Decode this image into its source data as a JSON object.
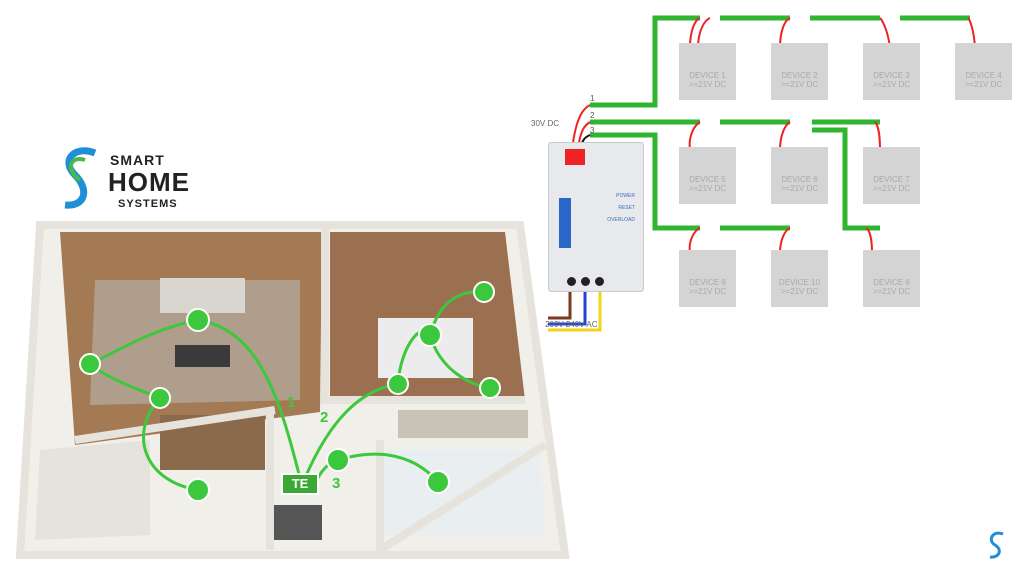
{
  "logo": {
    "line1": "SMART",
    "line2": "HOME",
    "line3": "SYSTEMS"
  },
  "power_supply": {
    "output_label": "30V DC",
    "input_label": "200V-240V AC",
    "indicators": [
      "POWER",
      "RESET",
      "OVERLOAD"
    ],
    "line_numbers": [
      "1",
      "2",
      "3"
    ]
  },
  "devices": [
    {
      "name": "DEVICE 1",
      "spec": ">=21V DC"
    },
    {
      "name": "DEVICE 2",
      "spec": ">=21V DC"
    },
    {
      "name": "DEVICE 3",
      "spec": ">=21V DC"
    },
    {
      "name": "DEVICE 4",
      "spec": ">=21V DC"
    },
    {
      "name": "DEVICE 5",
      "spec": ">=21V DC"
    },
    {
      "name": "DEVICE 6",
      "spec": ">=21V DC"
    },
    {
      "name": "DEVICE 7",
      "spec": ">=21V DC"
    },
    {
      "name": "DEVICE 9",
      "spec": ">=21V DC"
    },
    {
      "name": "DEVICE 10",
      "spec": ">=21V DC"
    },
    {
      "name": "DEVICE 8",
      "spec": ">=21V DC"
    }
  ],
  "floorplan": {
    "hub_label": "TE",
    "line_labels": [
      "1",
      "2",
      "3"
    ]
  },
  "colors": {
    "bus": "#2fb52f",
    "node": "#3cc83c",
    "device": "#d4d4d4"
  }
}
